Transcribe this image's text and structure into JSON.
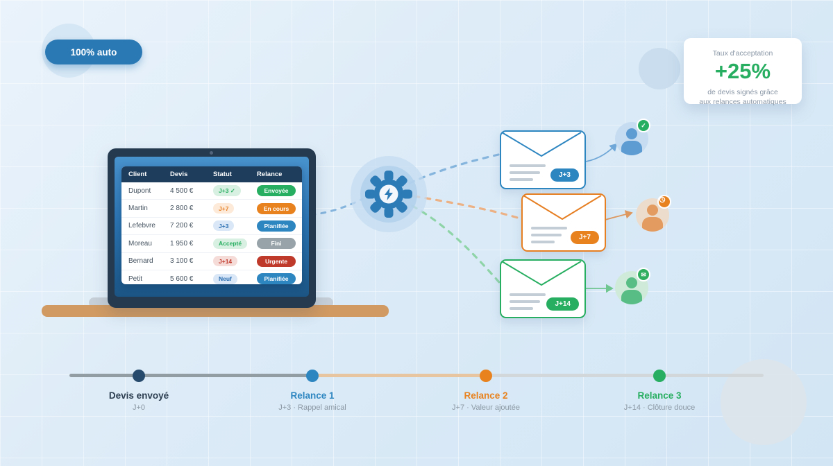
{
  "auto_pill": {
    "label": "100% auto"
  },
  "stat_card": {
    "title": "Taux d'acceptation",
    "value": "+25%",
    "subtitle_line1": "de devis signés grâce",
    "subtitle_line2": "aux relances automatiques"
  },
  "table": {
    "columns": {
      "client": "Client",
      "devis": "Devis",
      "statut": "Statut",
      "relance": "Relance"
    },
    "rows": [
      {
        "client": "Dupont",
        "devis": "4 500 €",
        "statut": "J+3 ✓",
        "relance": "Envoyée"
      },
      {
        "client": "Martin",
        "devis": "2 800 €",
        "statut": "J+7",
        "relance": "En cours"
      },
      {
        "client": "Lefebvre",
        "devis": "7 200 €",
        "statut": "J+3",
        "relance": "Planifiée"
      },
      {
        "client": "Moreau",
        "devis": "1 950 €",
        "statut": "Accepté",
        "relance": "Fini"
      },
      {
        "client": "Bernard",
        "devis": "3 100 €",
        "statut": "J+14",
        "relance": "Urgente"
      },
      {
        "client": "Petit",
        "devis": "5 600 €",
        "statut": "Neuf",
        "relance": "Planifiée"
      }
    ]
  },
  "emails": [
    {
      "badge": "J+3"
    },
    {
      "badge": "J+7"
    },
    {
      "badge": "J+14"
    }
  ],
  "client_badges": {
    "accepted": "✓",
    "pending": "clock",
    "opened": "✉"
  },
  "timeline": {
    "milestones": [
      {
        "title": "Devis envoyé",
        "subtitle": "J+0"
      },
      {
        "title": "Relance 1",
        "subtitle": "J+3 · Rappel amical"
      },
      {
        "title": "Relance 2",
        "subtitle": "J+7 · Valeur ajoutée"
      },
      {
        "title": "Relance 3",
        "subtitle": "J+14 · Clôture douce"
      }
    ]
  },
  "colors": {
    "blue": "#2e86c1",
    "navy": "#25394f",
    "green": "#27ae60",
    "orange": "#e8821f",
    "red": "#c0392b",
    "gray": "#97a3a8",
    "desk": "#d19a62"
  }
}
